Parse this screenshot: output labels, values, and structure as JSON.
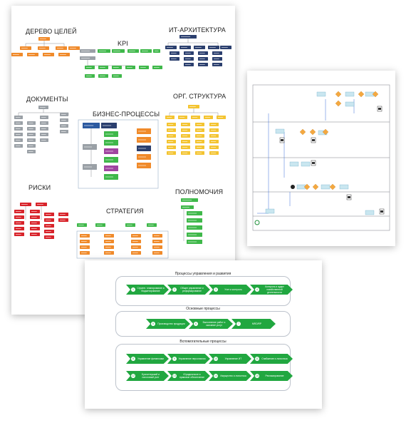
{
  "titles": {
    "goals": "ДЕРЕВО ЦЕЛЕЙ",
    "kpi": "KPI",
    "it": "ИТ-АРХИТЕКТУРА",
    "docs": "ДОКУМЕНТЫ",
    "org": "ОРГ. СТРУКТУРА",
    "bp": "БИЗНЕС-ПРОЦЕССЫ",
    "risks": "РИСКИ",
    "authority": "ПОЛНОМОЧИЯ",
    "strategy": "СТРАТЕГИЯ"
  },
  "process_map": {
    "groups": [
      {
        "title": "Процессы управления и развития",
        "items": [
          {
            "num": "1",
            "label": "Стратег. планирование и бюджетирование"
          },
          {
            "num": "2",
            "label": "Общее управление и реформирование"
          },
          {
            "num": "3",
            "label": "Учет и контроль"
          },
          {
            "num": "4",
            "label": "Контроль и аудит хозяйственной деятельности"
          }
        ]
      },
      {
        "title": "Основные процессы",
        "items": [
          {
            "num": "5",
            "label": "Производство продукции"
          },
          {
            "num": "6",
            "label": "Выполнение работ и оказание услуг"
          },
          {
            "num": "7",
            "label": "MRO/RP"
          }
        ]
      },
      {
        "title": "Вспомогательные процессы",
        "items": [
          {
            "num": "8",
            "label": "Управление финансами"
          },
          {
            "num": "9",
            "label": "Управление персоналом"
          },
          {
            "num": "10",
            "label": "Управление ИТ"
          },
          {
            "num": "11",
            "label": "Снабжение и логистика"
          },
          {
            "num": "12",
            "label": "Бухгалтерский и налоговый учет"
          },
          {
            "num": "13",
            "label": "Юридическое и правовое обеспечение"
          },
          {
            "num": "14",
            "label": "Имущество и логистика"
          },
          {
            "num": "15",
            "label": "Рекламирование"
          }
        ]
      }
    ]
  },
  "colors": {
    "orange": "#f08a2a",
    "green": "#3fb84a",
    "navy": "#2b3f6e",
    "gray": "#9aa0a6",
    "yellow": "#f4c430",
    "red": "#d8232a",
    "blue": "#2c5aa0",
    "purple": "#a044a0",
    "accent_green": "#21a740"
  }
}
